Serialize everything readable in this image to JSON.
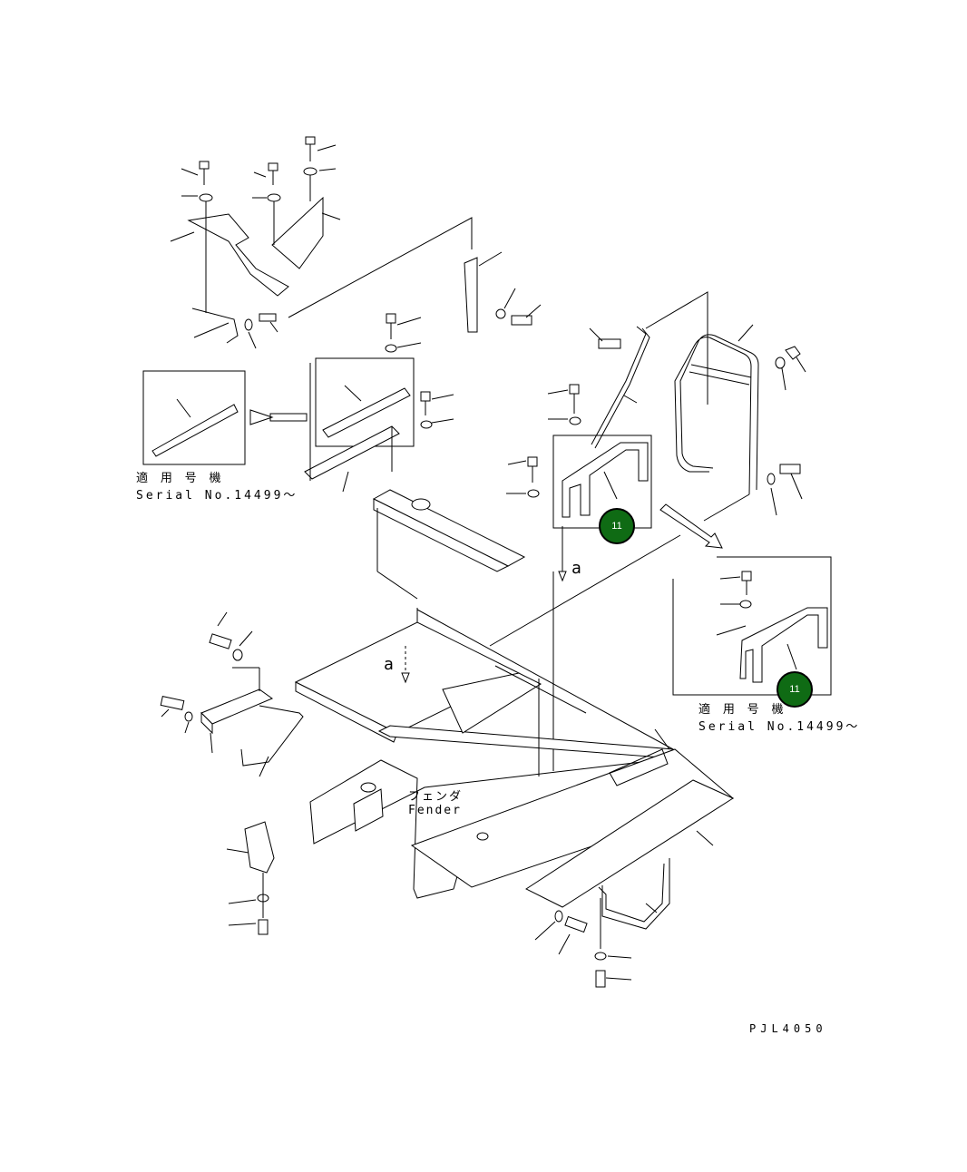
{
  "inset_left": {
    "jp": "適 用 号 機",
    "serial": "Serial No.14499～"
  },
  "inset_right": {
    "jp": "適 用 号 機",
    "serial": "Serial No.14499～"
  },
  "fender": {
    "jp": "フェンダ",
    "en": "Fender"
  },
  "arrow_labels": {
    "a_upper": "a",
    "a_lower": "a"
  },
  "badges": {
    "upper": "11",
    "lower": "11"
  },
  "drawing_code": "PJL4050",
  "colors": {
    "badge": "#0f6b14",
    "line": "#000000"
  }
}
